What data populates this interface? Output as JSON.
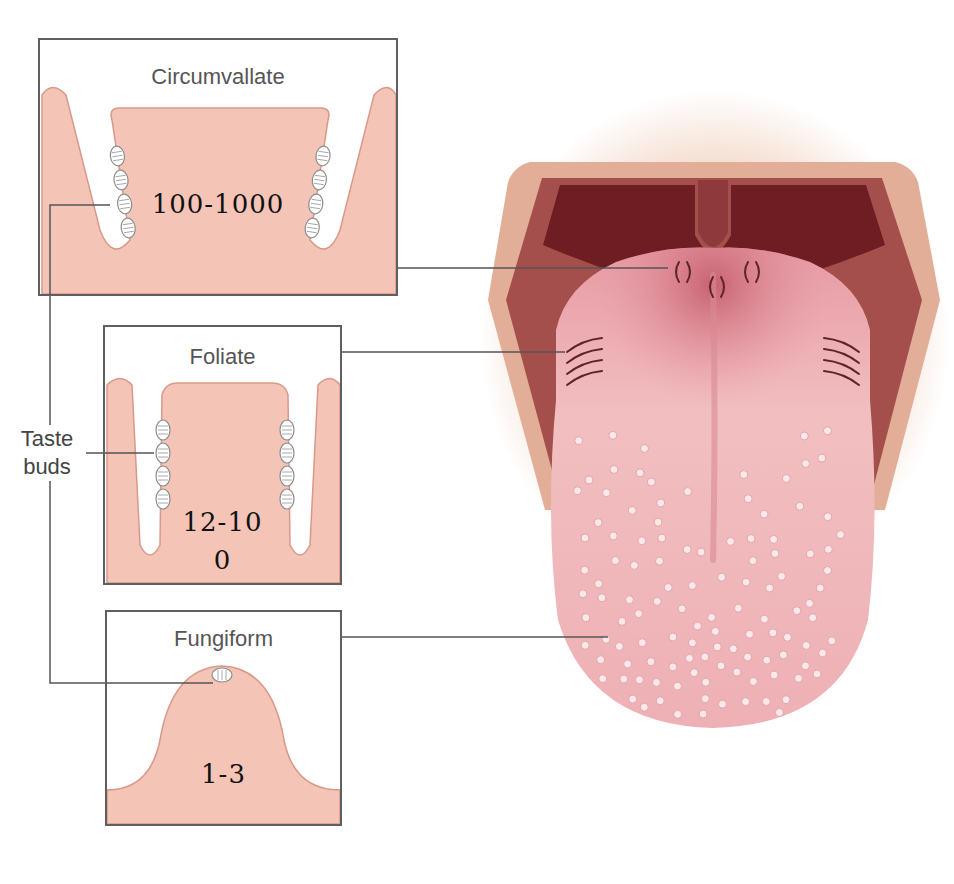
{
  "diagram": {
    "nodes": [
      {
        "text": [
          "Circumvallate",
          "100-1000"
        ]
      },
      {
        "text": [
          "Foliate",
          "12-10 0"
        ]
      },
      {
        "text": [
          "Fungiform",
          "1-3"
        ]
      }
    ],
    "labels": [
      "Taste buds"
    ]
  }
}
